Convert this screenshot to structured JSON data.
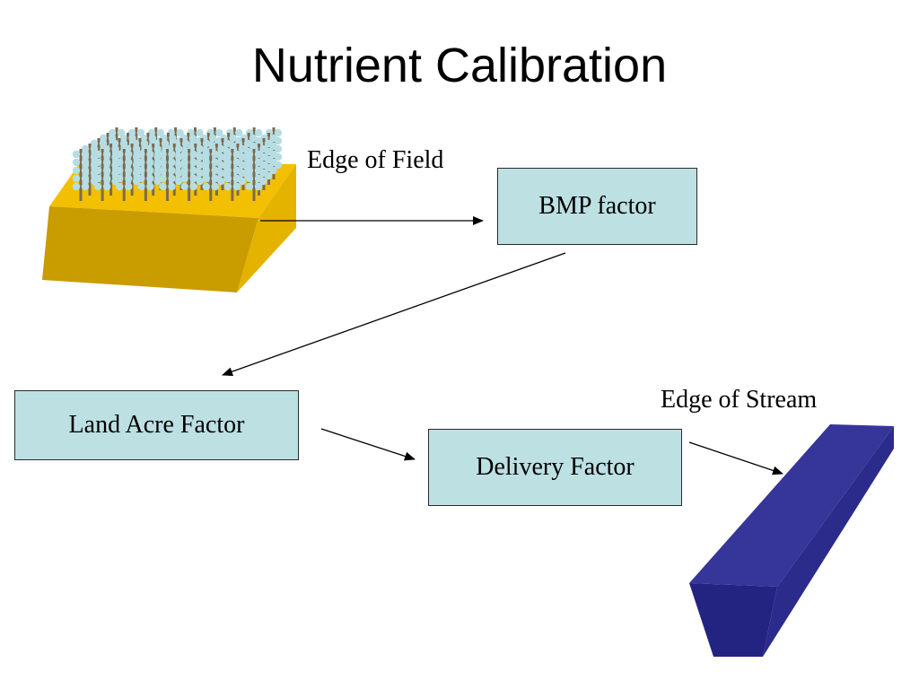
{
  "slide": {
    "title": "Nutrient Calibration"
  },
  "labels": {
    "edge_of_field": "Edge of Field",
    "edge_of_stream": "Edge of Stream"
  },
  "boxes": {
    "bmp_factor": "BMP factor",
    "land_acre_factor": "Land Acre Factor",
    "delivery_factor": "Delivery Factor"
  },
  "colors": {
    "box_fill": "#bde0e3",
    "field_top": "#f2c000",
    "field_front": "#c99c00",
    "field_side": "#e4b300",
    "crop_stem": "#7c6a50",
    "crop_leaf": "#b6dde3",
    "stream_top": "#35359a",
    "stream_front": "#232382",
    "stream_side": "#2b2b8c",
    "arrow": "#000000"
  },
  "icons": {
    "field": "crop-field-icon",
    "stream": "stream-channel-icon"
  }
}
